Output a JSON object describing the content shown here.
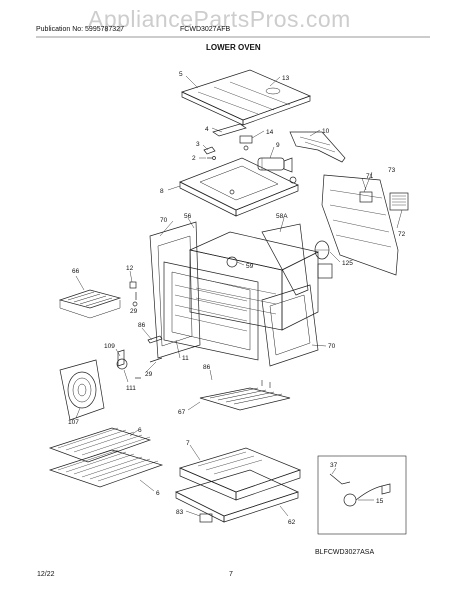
{
  "header": {
    "watermark": "AppliancePartsPros.com",
    "publication_no": "Publication No: 5995787327",
    "model_no": "FCWD3027AFB",
    "section_title": "LOWER OVEN"
  },
  "callouts": {
    "c5": "5",
    "c13": "13",
    "c4": "4",
    "c14": "14",
    "c10": "10",
    "c3": "3",
    "c9": "9",
    "c2": "2",
    "c73": "73",
    "c71": "71",
    "c8": "8",
    "c70a": "70",
    "c56": "56",
    "c58A": "58A",
    "c72": "72",
    "c59": "59",
    "c125": "125",
    "c66": "66",
    "c12": "12",
    "c29a": "29",
    "c86a": "86",
    "c70b": "70",
    "c109": "109",
    "c11": "11",
    "c29b": "29",
    "c111": "111",
    "c86b": "86",
    "c107": "107",
    "c67": "67",
    "c6a": "6",
    "c7": "7",
    "c37": "37",
    "c6b": "6",
    "c15": "15",
    "c83": "83",
    "c62": "62"
  },
  "inset": {
    "code": "BLFCWD3027ASA"
  },
  "footer": {
    "date": "12/22",
    "page": "7"
  }
}
